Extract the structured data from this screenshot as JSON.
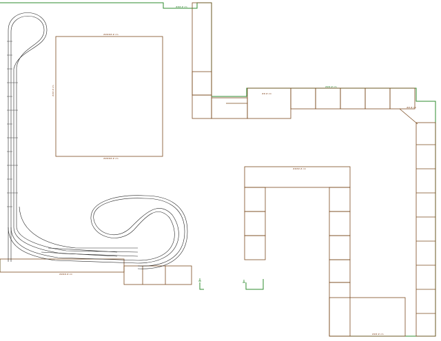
{
  "diagram": {
    "title": "",
    "colors": {
      "benchwork": "#7a4a1e",
      "wall": "#2e8b2e",
      "track_rail": "#222222",
      "track_tie": "#444444",
      "background": "#ffffff"
    },
    "labels": {
      "top_wall": "###.# cm",
      "room_label": "####.# cm",
      "big_table_top": "#####.# cm",
      "big_table_bottom": "#####.# cm",
      "big_table_side": "###.# cm",
      "shelf_main": "####.# cm",
      "module_label": "##.# cm",
      "corner_label": "##.# cm",
      "bottom_label": "###.# cm"
    },
    "icons": [
      "door-icon-left",
      "door-icon-right"
    ]
  }
}
